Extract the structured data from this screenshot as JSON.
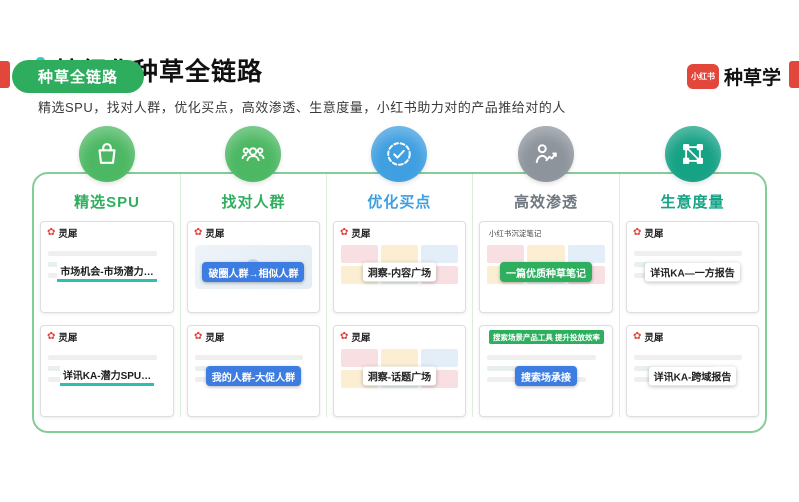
{
  "colors": {
    "accent_red": "#e2473b",
    "brand_green": "#2ead5e",
    "title_teal": "#2fc0cf"
  },
  "top": {
    "badge": "种草全链路",
    "brand_logo": "小红书",
    "brand_name": "种草学"
  },
  "title": "精细化种草全链路",
  "subtitle": "精选SPU，找对人群，优化买点，高效渗透、生意度量，小红书助力对的产品推给对的人",
  "columns": [
    {
      "label": "精选SPU",
      "color": "#2fae5f",
      "circle": "#4cb863",
      "icon": "shopping-bag-icon",
      "cards": [
        {
          "logo": "灵犀",
          "caption": "市场机会-市场潜力…",
          "variant": "report",
          "hl": "underline"
        },
        {
          "logo": "灵犀",
          "caption": "详讯KA-潜力SPU…",
          "variant": "report",
          "hl": "underline"
        }
      ]
    },
    {
      "label": "找对人群",
      "color": "#2fae5f",
      "circle": "#4cb863",
      "icon": "audience-icon",
      "cards": [
        {
          "logo": "灵犀",
          "caption": "破圈人群→相似人群",
          "variant": "map",
          "hl": "blue"
        },
        {
          "logo": "灵犀",
          "caption": "我的人群-大促人群",
          "variant": "report",
          "hl": "blue"
        }
      ]
    },
    {
      "label": "优化买点",
      "color": "#3f9fe0",
      "circle": "#3f9fe0",
      "icon": "check-circle-icon",
      "cards": [
        {
          "logo": "灵犀",
          "caption": "洞察-内容广场",
          "variant": "grid",
          "hl": "plain"
        },
        {
          "logo": "灵犀",
          "caption": "洞察-话题广场",
          "variant": "grid",
          "hl": "plain"
        }
      ]
    },
    {
      "label": "高效渗透",
      "color": "#6f7780",
      "circle": "#8d949c",
      "icon": "growth-person-icon",
      "cards": [
        {
          "header_text": "小红书沉淀笔记",
          "caption": "一篇优质种草笔记",
          "variant": "note",
          "hl": "green"
        },
        {
          "header_text": "搜索场景产品工具 提升投放效率",
          "caption": "搜索场承接",
          "variant": "tool",
          "hl": "blue"
        }
      ]
    },
    {
      "label": "生意度量",
      "color": "#16a285",
      "circle": "#16a285",
      "icon": "transform-icon",
      "cards": [
        {
          "logo": "灵犀",
          "caption": "详讯KA—一方报告",
          "variant": "report",
          "hl": "plain"
        },
        {
          "logo": "灵犀",
          "caption": "详讯KA-跨域报告",
          "variant": "report",
          "hl": "plain"
        }
      ]
    }
  ]
}
